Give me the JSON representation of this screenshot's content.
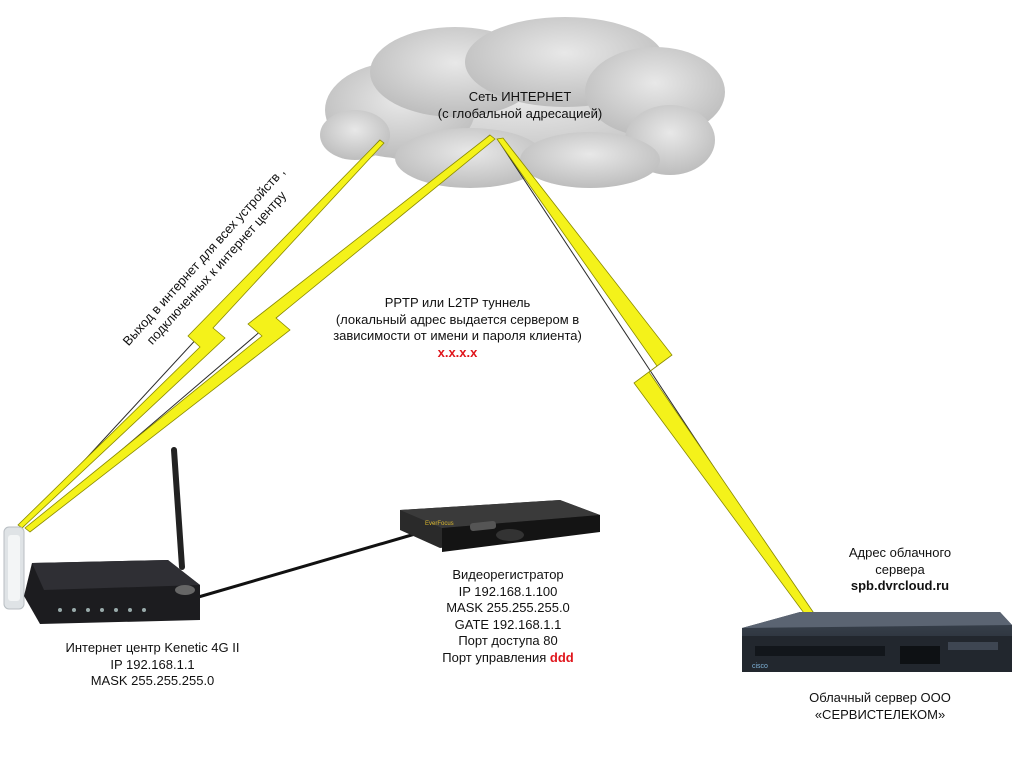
{
  "cloud": {
    "line1": "Сеть ИНТЕРНЕТ",
    "line2": "(с глобальной адресацией)"
  },
  "internet_access": {
    "line1": "Выход в интернет для всех устройств ,",
    "line2": "подключенных к интернет центру"
  },
  "tunnel": {
    "line1": "PPTP или L2TP туннель",
    "line2": "(локальный адрес выдается сервером в",
    "line3": "зависимости от имени и пароля клиента)",
    "address": "x.x.x.x"
  },
  "router": {
    "name": "Интернет центр Kenetic 4G II",
    "ip": "IP 192.168.1.1",
    "mask": "MASK 255.255.255.0"
  },
  "dvr": {
    "name": "Видеорегистратор",
    "ip": "IP 192.168.1.100",
    "mask": "MASK 255.255.255.0",
    "gate": "GATE 192.168.1.1",
    "access_port": "Порт доступа 80",
    "control_port_label": "Порт управления",
    "control_port_value": "ddd"
  },
  "server_address": {
    "line1": "Адрес облачного",
    "line2": "сервера",
    "host": "spb.dvrcloud.ru"
  },
  "server": {
    "line1": "Облачный сервер ООО",
    "line2": "«СЕРВИСТЕЛЕКОМ»"
  },
  "colors": {
    "lightning_fill": "#f4f21a",
    "lightning_stroke": "#8a8a00",
    "cloud": "#c9c9c9",
    "highlight": "#e0151b"
  }
}
